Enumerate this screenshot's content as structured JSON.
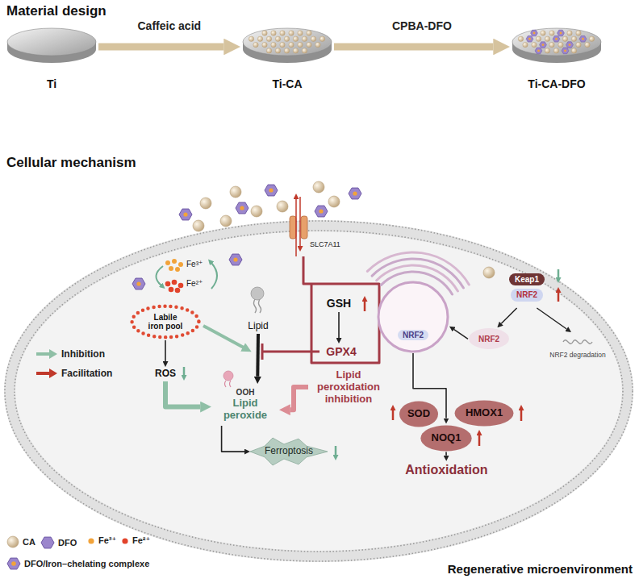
{
  "diagram": {
    "nodes": [
      {
        "text": [
          "Ti"
        ]
      },
      {
        "text": [
          "Ti-CA"
        ]
      },
      {
        "text": [
          "Ti-CA-DFO"
        ]
      },
      {
        "text": [
          "Labile iron pool"
        ]
      },
      {
        "text": [
          "ROS"
        ]
      },
      {
        "text": [
          "Lipid"
        ]
      },
      {
        "text": [
          "GSH"
        ]
      },
      {
        "text": [
          "GPX4"
        ]
      },
      {
        "text": [
          "OOH",
          "Lipid peroxide"
        ]
      },
      {
        "text": [
          "Lipid peroxidation inhibition"
        ]
      },
      {
        "text": [
          "Ferroptosis"
        ]
      },
      {
        "text": [
          "NRF2"
        ]
      },
      {
        "text": [
          "Keap1",
          "NRF2"
        ]
      },
      {
        "text": [
          "NRF2"
        ]
      },
      {
        "text": [
          "NRF2 degradation"
        ]
      },
      {
        "text": [
          "SOD"
        ]
      },
      {
        "text": [
          "HMOX1"
        ]
      },
      {
        "text": [
          "NOQ1"
        ]
      },
      {
        "text": [
          "Antioxidation"
        ]
      }
    ],
    "edges": [
      {
        "from": 0,
        "to": 1,
        "arrow": "to",
        "label": "Caffeic acid"
      },
      {
        "from": 1,
        "to": 2,
        "arrow": "to",
        "label": "CPBA-DFO"
      },
      {
        "from": 3,
        "to": 4,
        "arrow": "to"
      },
      {
        "from": 4,
        "to": 8,
        "arrow": "to"
      },
      {
        "from": 5,
        "to": 8,
        "arrow": "to"
      },
      {
        "from": 6,
        "to": 7,
        "arrow": "to"
      },
      {
        "from": 9,
        "to": 8,
        "arrow": "to"
      },
      {
        "from": 8,
        "to": 10,
        "arrow": "to"
      },
      {
        "from": 12,
        "to": 13,
        "arrow": "to"
      },
      {
        "from": 12,
        "to": 14,
        "arrow": "to"
      },
      {
        "from": 13,
        "to": 11,
        "arrow": "to"
      },
      {
        "from": 11,
        "to": 17,
        "arrow": "to"
      },
      {
        "from": 17,
        "to": 18,
        "arrow": "to"
      }
    ],
    "labels": [
      "Material design",
      "Cellular mechanism",
      "SLC7A11",
      "Fe³⁺",
      "Fe²⁺",
      "Regenerative microenvironment"
    ],
    "legend": [
      {
        "text": "Inhibition"
      },
      {
        "text": "Facilitation"
      },
      {
        "text": "CA"
      },
      {
        "text": "DFO"
      },
      {
        "text": "Fe³⁺"
      },
      {
        "text": "Fe²⁺"
      },
      {
        "text": "DFO/Iron–chelating complexe"
      }
    ]
  }
}
